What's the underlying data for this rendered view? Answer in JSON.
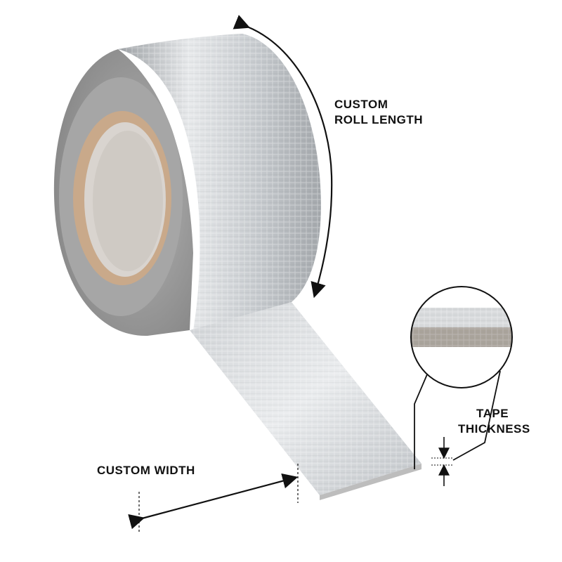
{
  "labels": {
    "roll_length_line1": "CUSTOM",
    "roll_length_line2": "ROLL LENGTH",
    "width": "CUSTOM WIDTH",
    "thickness_line1": "TAPE",
    "thickness_line2": "THICKNESS"
  },
  "colors": {
    "background": "#ffffff",
    "annotation": "#111111",
    "cardboard_core": "#c9a98a",
    "core_inner": "#d9d4cf",
    "foil_light": "#e6e8ea",
    "foil_mid": "#b9bdc1",
    "foil_dark": "#8d9196",
    "roll_side": "#9a9a9a"
  },
  "icons": {
    "roll_length_arrow": "curved-double-arrow-icon",
    "width_arrow": "double-arrow-icon",
    "thickness_arrows": "thickness-arrows-icon",
    "magnifier": "magnifier-circle-icon"
  }
}
